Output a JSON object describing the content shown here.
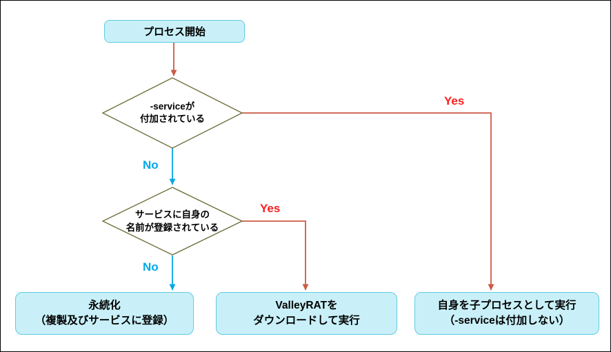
{
  "flowchart": {
    "start": {
      "label": "プロセス開始"
    },
    "decisions": [
      {
        "id": "service-flag-appended",
        "lines": [
          "-serviceが",
          "付加されている"
        ]
      },
      {
        "id": "name-registered-in-service",
        "lines": [
          "サービスに自身の",
          "名前が登録されている"
        ]
      }
    ],
    "terminals": [
      {
        "id": "persistence",
        "lines": [
          "永続化",
          "（複製及びサービスに登録）"
        ]
      },
      {
        "id": "download-valleyrat",
        "lines": [
          "ValleyRATを",
          "ダウンロードして実行"
        ]
      },
      {
        "id": "run-child-process",
        "lines": [
          "自身を子プロセスとして実行",
          "（-serviceは付加しない）"
        ]
      }
    ],
    "edge_labels": {
      "yes1": "Yes",
      "no1": "No",
      "yes2": "Yes",
      "no2": "No"
    },
    "colors": {
      "box_fill": "#c9f0f8",
      "box_border": "#5ecbe2",
      "diamond_border": "#6f703c",
      "arrow_red": "#cb5a44",
      "arrow_cyan": "#00a8e8",
      "label_red": "#fb1d1d"
    }
  }
}
